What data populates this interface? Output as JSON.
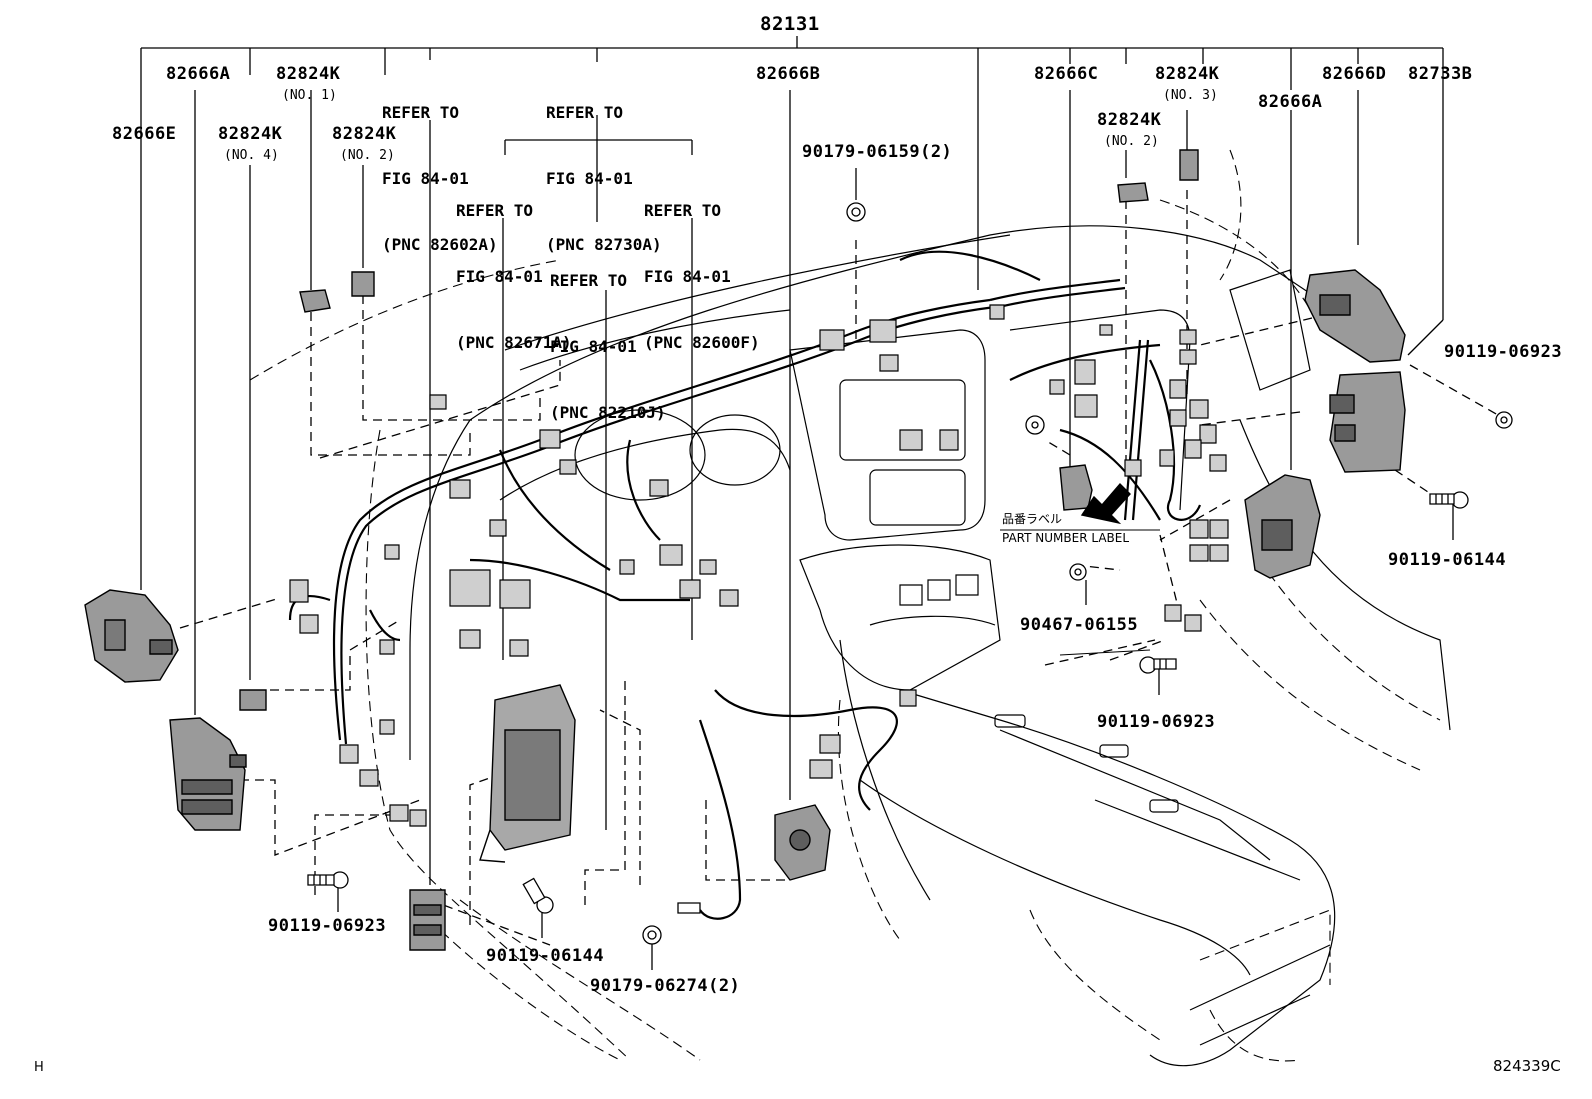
{
  "main_assembly": {
    "part_number": "82131"
  },
  "callouts": [
    {
      "id": "c1",
      "part": "82666A"
    },
    {
      "id": "c2",
      "part": "82824K",
      "note": "(NO. 1)"
    },
    {
      "id": "c3",
      "part": "82666E"
    },
    {
      "id": "c4",
      "part": "82824K",
      "note": "(NO. 4)"
    },
    {
      "id": "c5",
      "part": "82824K",
      "note": "(NO. 2)"
    },
    {
      "id": "c6",
      "part": "82666B"
    },
    {
      "id": "c7",
      "part": "90179-06159(2)"
    },
    {
      "id": "c8",
      "part": "82666C"
    },
    {
      "id": "c9",
      "part": "82824K",
      "note": "(NO. 3)"
    },
    {
      "id": "c10",
      "part": "82824K",
      "note": "(NO. 2)"
    },
    {
      "id": "c11",
      "part": "82666D"
    },
    {
      "id": "c12",
      "part": "82733B"
    },
    {
      "id": "c13",
      "part": "82666A"
    },
    {
      "id": "c14",
      "part": "90119-06923"
    },
    {
      "id": "c15",
      "part": "90119-06144"
    },
    {
      "id": "c16",
      "part": "90467-06155"
    },
    {
      "id": "c17",
      "part": "90119-06923"
    },
    {
      "id": "c18",
      "part": "90119-06923"
    },
    {
      "id": "c19",
      "part": "90119-06144"
    },
    {
      "id": "c20",
      "part": "90179-06274(2)"
    }
  ],
  "references": [
    {
      "id": "r1",
      "line1": "REFER TO",
      "line2": "FIG 84-01",
      "line3": "(PNC 82602A)"
    },
    {
      "id": "r2",
      "line1": "REFER TO",
      "line2": "FIG 84-01",
      "line3": "(PNC 82730A)"
    },
    {
      "id": "r3",
      "line1": "REFER TO",
      "line2": "FIG 84-01",
      "line3": "(PNC 82671A)"
    },
    {
      "id": "r4",
      "line1": "REFER TO",
      "line2": "FIG 84-01",
      "line3": "(PNC 82600F)"
    },
    {
      "id": "r5",
      "line1": "REFER TO",
      "line2": "FIG 84-01",
      "line3": "(PNC 82210J)"
    }
  ],
  "part_label": {
    "japanese": "品番ラベル",
    "english": "PART NUMBER LABEL"
  },
  "footer": {
    "left_mark": "H",
    "figure_code": "824339C"
  },
  "colors": {
    "ink": "#000000",
    "part_fill": "#9a9a9a",
    "part_shade": "#5e5e5e",
    "background": "#ffffff"
  }
}
